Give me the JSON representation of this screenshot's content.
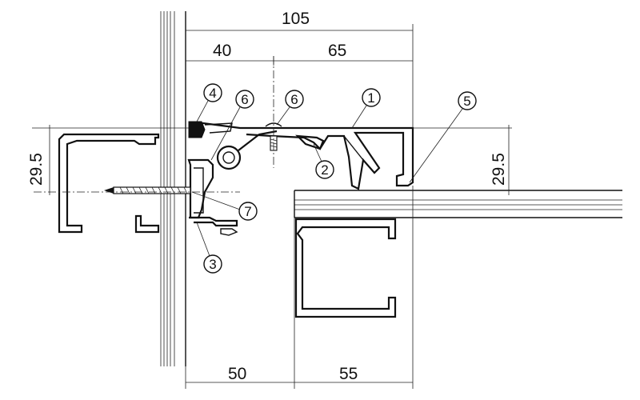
{
  "dimensions": {
    "top_total": "105",
    "top_left": "40",
    "top_right": "65",
    "bottom_left": "50",
    "bottom_right": "55",
    "left_vertical": "29.5",
    "right_vertical": "29.5"
  },
  "callouts": {
    "c1": "1",
    "c2": "2",
    "c3": "3",
    "c4": "4",
    "c5": "5",
    "c6a": "6",
    "c6b": "6",
    "c7": "7"
  }
}
